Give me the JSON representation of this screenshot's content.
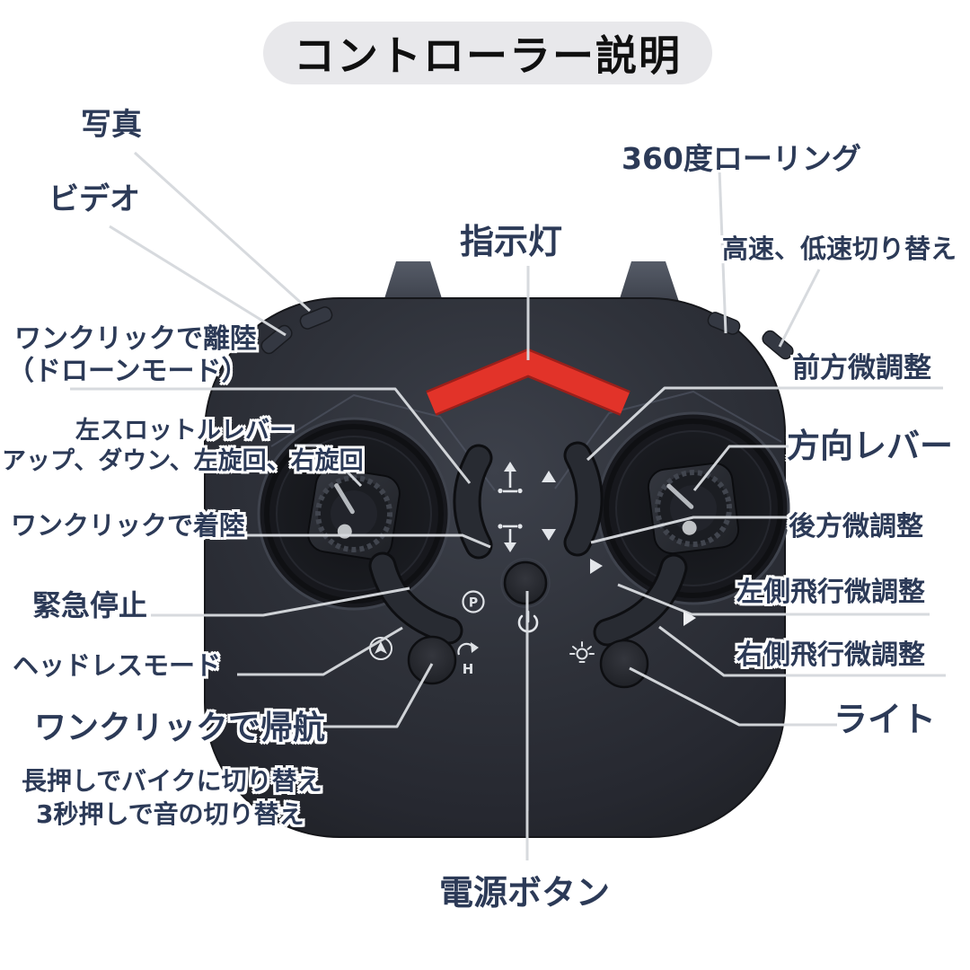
{
  "title": "コントローラー説明",
  "colors": {
    "background": "#ffffff",
    "title_pill": "#e8e8eb",
    "label_navy": "#2c3a57",
    "controller_body": "#2c2f37",
    "indicator_red": "#e23329",
    "callout_line": "#d6d9dd",
    "icon_white": "#e3e6ea"
  },
  "labels": {
    "photo": "写真",
    "video": "ビデオ",
    "roll360": "360度ローリング",
    "speed_switch": "高速、低速切り替え",
    "indicator": "指示灯",
    "takeoff_1": "ワンクリックで離陸",
    "takeoff_2": "（ドローンモード）",
    "throttle_1": "左スロットルレバー",
    "throttle_2": "アップ、ダウン、左旋回、右旋回",
    "landing": "ワンクリックで着陸",
    "emergency_stop": "緊急停止",
    "headless": "ヘッドレスモード",
    "return_home": "ワンクリックで帰航",
    "return_note_1": "長押しでバイクに切り替え",
    "return_note_2": "3秒押しで音の切り替え",
    "forward_trim": "前方微調整",
    "direction_lever": "方向レバー",
    "backward_trim": "後方微調整",
    "left_flight_trim": "左側飛行微調整",
    "right_flight_trim": "右側飛行微調整",
    "light": "ライト",
    "power_button": "電源ボタン"
  },
  "device": {
    "p_badge": "P",
    "home_badge": "H"
  },
  "icons": [
    "indicator-chevron",
    "takeoff-icon",
    "landing-icon",
    "up-triangle-icon",
    "down-triangle-icon",
    "right-triangle-icon",
    "p-circle-icon",
    "power-icon",
    "headless-mode-icon",
    "return-home-icon",
    "light-bulb-icon"
  ]
}
